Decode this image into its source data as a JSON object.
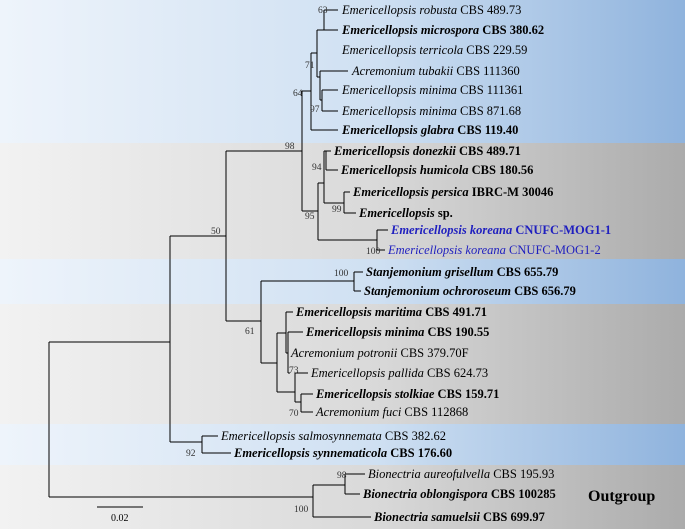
{
  "colors": {
    "blue_band": "#a9c8e8",
    "gray_band": "#c4c4c4",
    "branch": "#000000",
    "highlight_taxon": "#1f1fbf",
    "text": "#000000"
  },
  "taxa": [
    {
      "id": "t1",
      "genus": "Emericellopsis",
      "epithet": "robusta",
      "strain": "CBS 489.73",
      "bold": false
    },
    {
      "id": "t2",
      "genus": "Emericellopsis",
      "epithet": "microspora",
      "strain": "CBS 380.62",
      "bold": true
    },
    {
      "id": "t3",
      "genus": "Emericellopsis",
      "epithet": "terricola",
      "strain": "CBS 229.59",
      "bold": false
    },
    {
      "id": "t4",
      "genus": "Acremonium",
      "epithet": "tubakii",
      "strain": "CBS 111360",
      "bold": false
    },
    {
      "id": "t5",
      "genus": "Emericellopsis",
      "epithet": "minima",
      "strain": "CBS 111361",
      "bold": false
    },
    {
      "id": "t6",
      "genus": "Emericellopsis",
      "epithet": "minima",
      "strain": "CBS 871.68",
      "bold": false
    },
    {
      "id": "t7",
      "genus": "Emericellopsis",
      "epithet": "glabra",
      "strain": "CBS 119.40",
      "bold": true
    },
    {
      "id": "t8",
      "genus": "Emericellopsis",
      "epithet": "donezkii",
      "strain": "CBS 489.71",
      "bold": true
    },
    {
      "id": "t9",
      "genus": "Emericellopsis",
      "epithet": "humicola",
      "strain": "CBS 180.56",
      "bold": true
    },
    {
      "id": "t10",
      "genus": "Emericellopsis",
      "epithet": "persica",
      "strain": "IBRC-M 30046",
      "bold": true
    },
    {
      "id": "t11",
      "genus": "Emericellopsis",
      "epithet": "",
      "strain": "sp.",
      "bold": true
    },
    {
      "id": "t12",
      "genus": "Emericellopsis",
      "epithet": "koreana",
      "strain": "CNUFC-MOG1-1",
      "bold": true,
      "highlight": true
    },
    {
      "id": "t13",
      "genus": "Emericellopsis",
      "epithet": "koreana",
      "strain": "CNUFC-MOG1-2",
      "bold": false,
      "highlight": true
    },
    {
      "id": "t14",
      "genus": "Stanjemonium",
      "epithet": "grisellum",
      "strain": "CBS 655.79",
      "bold": true
    },
    {
      "id": "t15",
      "genus": "Stanjemonium",
      "epithet": "ochroroseum",
      "strain": "CBS 656.79",
      "bold": true
    },
    {
      "id": "t16",
      "genus": "Emericellopsis",
      "epithet": "maritima",
      "strain": "CBS 491.71",
      "bold": true
    },
    {
      "id": "t17",
      "genus": "Emericellopsis",
      "epithet": "minima",
      "strain": "CBS 190.55",
      "bold": true
    },
    {
      "id": "t18",
      "genus": "Acremonium",
      "epithet": "potronii",
      "strain": "CBS 379.70F",
      "bold": false
    },
    {
      "id": "t19",
      "genus": "Emericellopsis",
      "epithet": "pallida",
      "strain": "CBS 624.73",
      "bold": false
    },
    {
      "id": "t20",
      "genus": "Emericellopsis",
      "epithet": "stolkiae",
      "strain": "CBS 159.71",
      "bold": true
    },
    {
      "id": "t21",
      "genus": "Acremonium",
      "epithet": "fuci",
      "strain": "CBS 112868",
      "bold": false
    },
    {
      "id": "t22",
      "genus": "Emericellopsis",
      "epithet": "salmosynnemata",
      "strain": "CBS 382.62",
      "bold": false
    },
    {
      "id": "t23",
      "genus": "Emericellopsis",
      "epithet": "synnematicola",
      "strain": "CBS 176.60",
      "bold": true
    },
    {
      "id": "t24",
      "genus": "Bionectria",
      "epithet": "aureofulvella",
      "strain": "CBS 195.93",
      "bold": false
    },
    {
      "id": "t25",
      "genus": "Bionectria",
      "epithet": "oblongispora",
      "strain": "CBS 100285",
      "bold": true
    },
    {
      "id": "t26",
      "genus": "Bionectria",
      "epithet": "samuelsii",
      "strain": "CBS 699.97",
      "bold": true
    }
  ],
  "support_values": {
    "n63": "63",
    "n71": "71",
    "n97": "97",
    "n64": "64",
    "n98": "98",
    "n94": "94",
    "n99": "99",
    "n95": "95",
    "n100k": "100",
    "n50": "50",
    "n100s": "100",
    "n61": "61",
    "n73": "73",
    "n70": "70",
    "n92": "92",
    "n98b": "98",
    "n100b": "100"
  },
  "outgroup_label": "Outgroup",
  "scale_bar_label": "0.02"
}
